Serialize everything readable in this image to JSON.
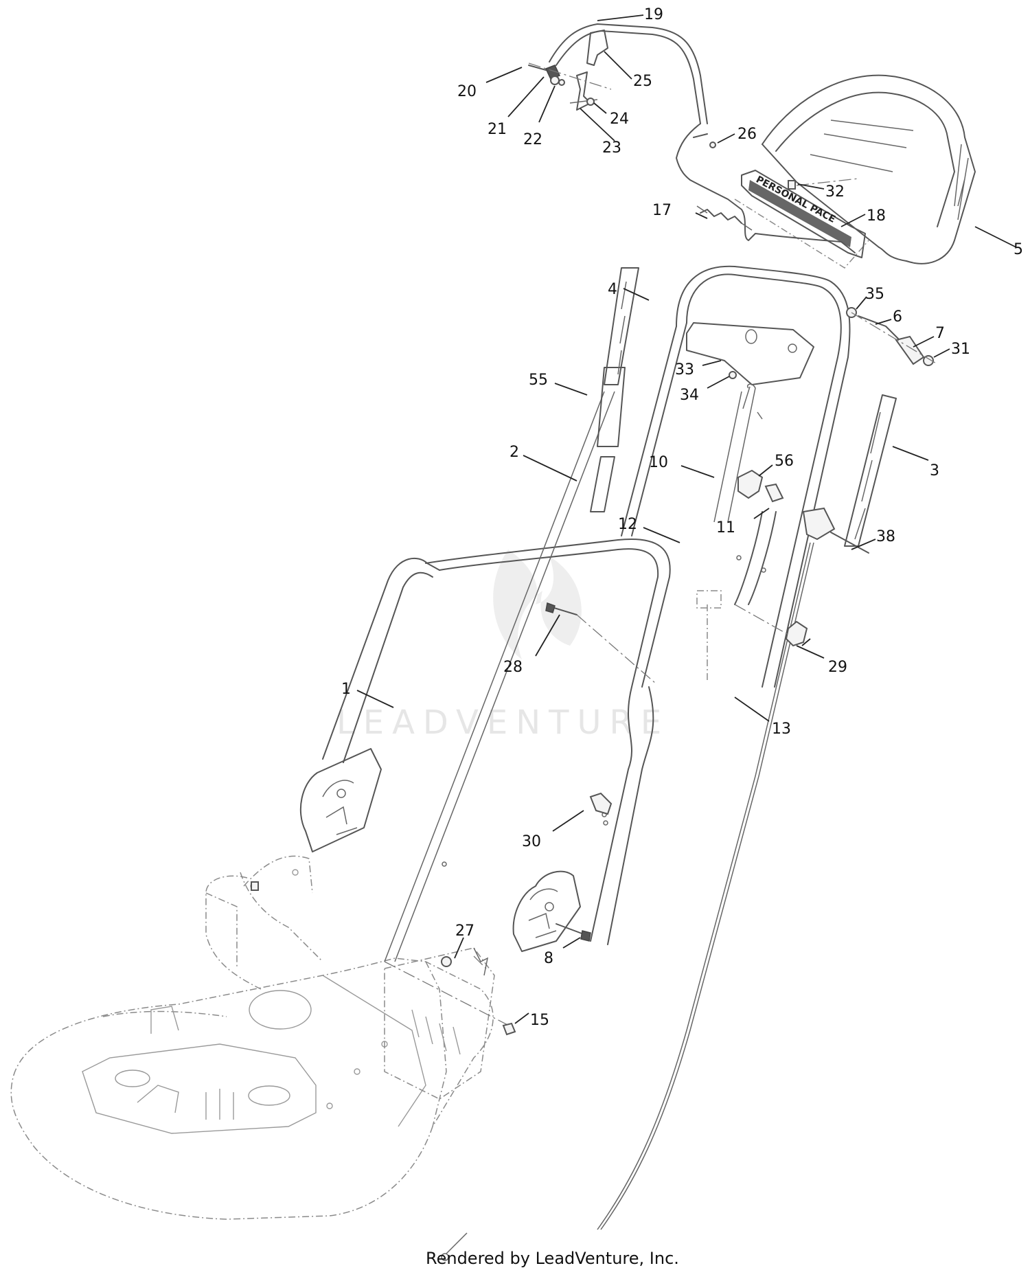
{
  "watermark": {
    "text": "LEADVENTURE"
  },
  "footer": {
    "text": "Rendered by LeadVenture, Inc."
  },
  "callouts": [
    {
      "id": "1",
      "label": "1"
    },
    {
      "id": "2",
      "label": "2"
    },
    {
      "id": "3",
      "label": "3"
    },
    {
      "id": "4",
      "label": "4"
    },
    {
      "id": "5",
      "label": "5"
    },
    {
      "id": "6",
      "label": "6"
    },
    {
      "id": "7",
      "label": "7"
    },
    {
      "id": "8",
      "label": "8"
    },
    {
      "id": "10",
      "label": "10"
    },
    {
      "id": "11",
      "label": "11"
    },
    {
      "id": "12",
      "label": "12"
    },
    {
      "id": "13",
      "label": "13"
    },
    {
      "id": "15",
      "label": "15"
    },
    {
      "id": "17",
      "label": "17"
    },
    {
      "id": "18",
      "label": "18"
    },
    {
      "id": "19",
      "label": "19"
    },
    {
      "id": "20",
      "label": "20"
    },
    {
      "id": "21",
      "label": "21"
    },
    {
      "id": "22",
      "label": "22"
    },
    {
      "id": "23",
      "label": "23"
    },
    {
      "id": "24",
      "label": "24"
    },
    {
      "id": "25",
      "label": "25"
    },
    {
      "id": "26",
      "label": "26"
    },
    {
      "id": "27",
      "label": "27"
    },
    {
      "id": "28",
      "label": "28"
    },
    {
      "id": "29",
      "label": "29"
    },
    {
      "id": "30",
      "label": "30"
    },
    {
      "id": "31",
      "label": "31"
    },
    {
      "id": "32",
      "label": "32"
    },
    {
      "id": "33",
      "label": "33"
    },
    {
      "id": "34",
      "label": "34"
    },
    {
      "id": "35",
      "label": "35"
    },
    {
      "id": "38",
      "label": "38"
    },
    {
      "id": "55",
      "label": "55"
    },
    {
      "id": "56",
      "label": "56"
    }
  ]
}
